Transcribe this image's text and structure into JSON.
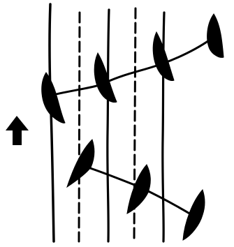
{
  "diagram": {
    "colors": {
      "ink": "#000000",
      "background": "#ffffff"
    },
    "arrow_icon": "up-arrow-icon",
    "vertical_lines": [
      {
        "name": "vertical-line-1",
        "style": "solid"
      },
      {
        "name": "dashed-line-1",
        "style": "dashed"
      },
      {
        "name": "vertical-line-2",
        "style": "solid"
      },
      {
        "name": "dashed-line-2",
        "style": "dashed"
      },
      {
        "name": "vertical-line-3",
        "style": "solid"
      }
    ],
    "chains": [
      {
        "name": "upper-chain",
        "nodes": 4
      },
      {
        "name": "lower-chain",
        "nodes": 3
      }
    ]
  }
}
